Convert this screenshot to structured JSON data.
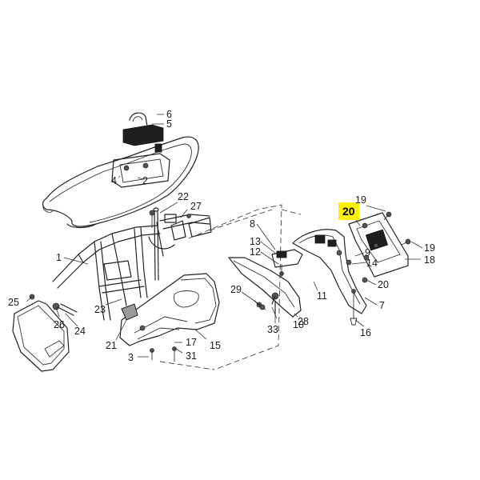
{
  "diagram": {
    "highlight_color": "#fff200",
    "labels": {
      "l1": "1",
      "l2": "2",
      "l3": "3",
      "l4": "4",
      "l5": "5",
      "l6": "6",
      "l7": "7",
      "l8": "8",
      "l9": "9",
      "l10": "10",
      "l11": "11",
      "l12": "12",
      "l13": "13",
      "l14": "14",
      "l15": "15",
      "l16": "16",
      "l17": "17",
      "l18": "18",
      "l19a": "19",
      "l19b": "19",
      "l20a": "20",
      "l20b": "20",
      "l21": "21",
      "l22": "22",
      "l23": "23",
      "l24": "24",
      "l25": "25",
      "l26": "26",
      "l27": "27",
      "l28": "28",
      "l29": "29",
      "l31": "31",
      "l33": "33"
    }
  }
}
